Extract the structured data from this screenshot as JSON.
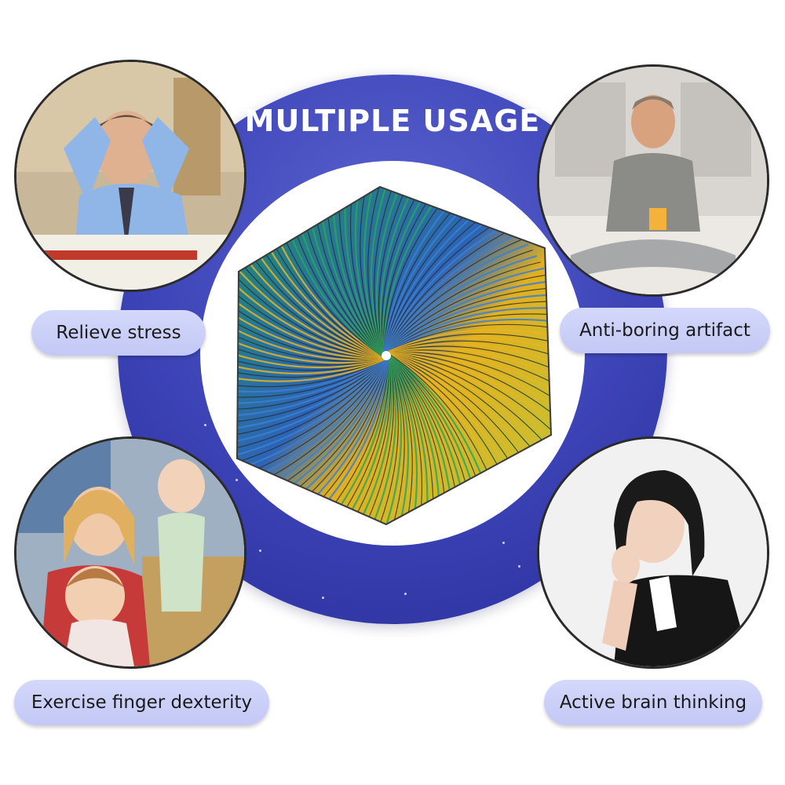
{
  "title": "MULTIPLE USAGE",
  "usages": [
    {
      "label": "Relieve stress",
      "scene": "stressed man at desk"
    },
    {
      "label": "Anti-boring artifact",
      "scene": "man sitting on bed"
    },
    {
      "label": "Exercise finger dexterity",
      "scene": "mother with children"
    },
    {
      "label": "Active brain thinking",
      "scene": "woman resting head on hand"
    }
  ],
  "colors": {
    "ring": "#3c43b6",
    "pill": "#c8cdf7",
    "hex_green": "#2fa35a",
    "hex_blue": "#3d7fd0",
    "hex_yellow": "#e8b423"
  }
}
